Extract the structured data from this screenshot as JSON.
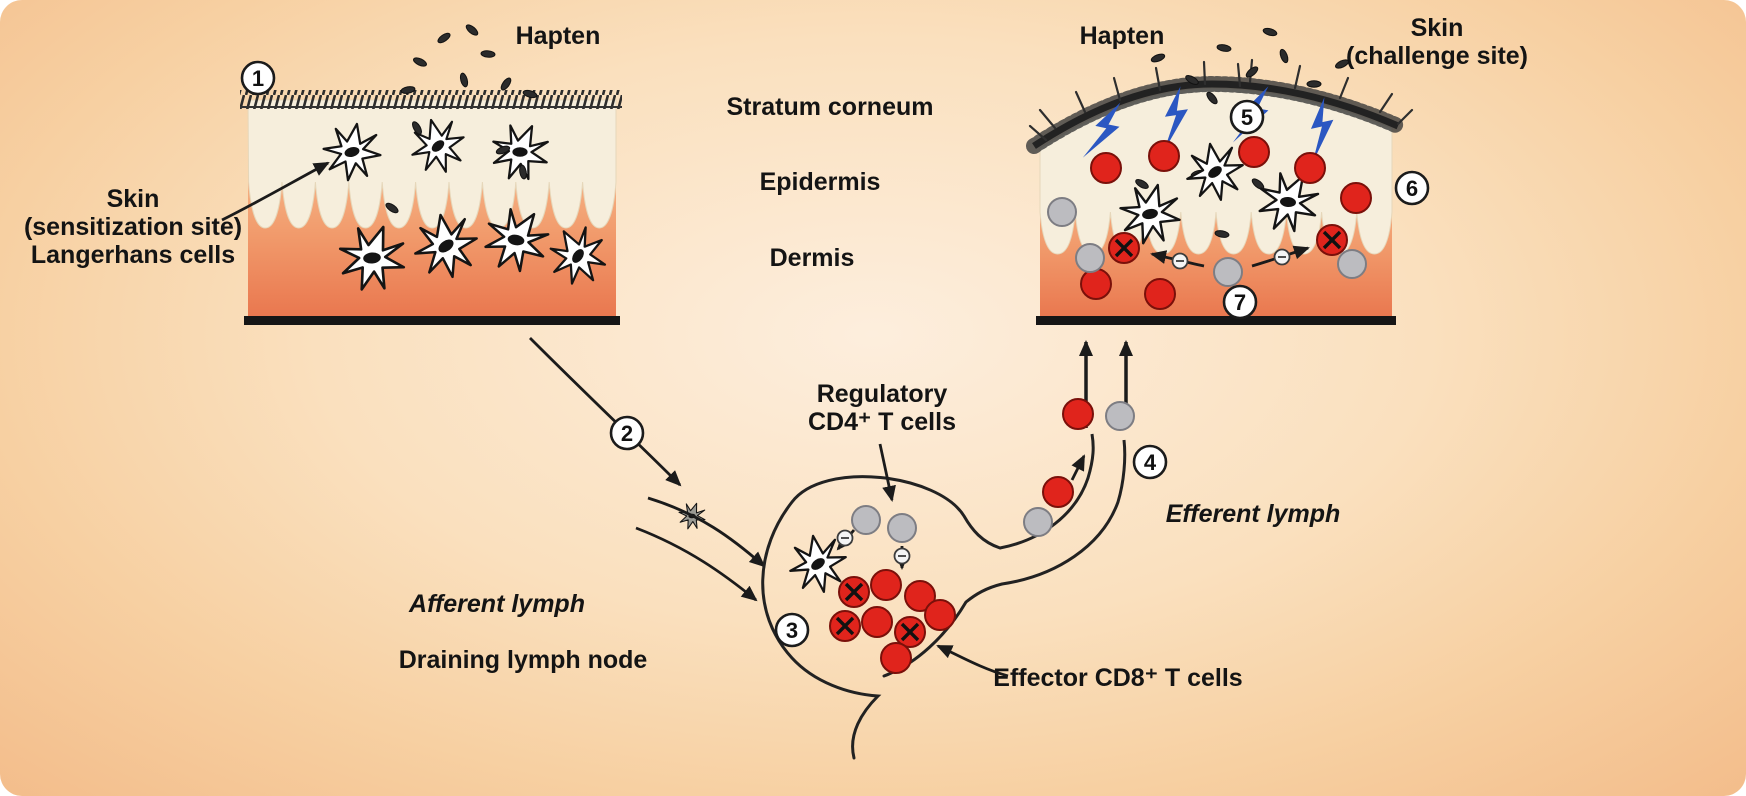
{
  "labels": {
    "hapten_left": "Hapten",
    "hapten_right": "Hapten",
    "skin_challenge_line1": "Skin",
    "skin_challenge_line2": "(challenge site)",
    "stratum_corneum": "Stratum corneum",
    "epidermis": "Epidermis",
    "dermis": "Dermis",
    "sensitization_line1": "Skin",
    "sensitization_line2": "(sensitization site)",
    "sensitization_line3": "Langerhans cells",
    "regulatory_line1": "Regulatory",
    "regulatory_line2": "CD4⁺ T cells",
    "efferent_lymph": "Efferent lymph",
    "afferent_lymph": "Afferent lymph",
    "draining_lymph_node": "Draining lymph node",
    "effector_cd8": "Effector CD8⁺ T cells"
  },
  "steps": {
    "s1": "1",
    "s2": "2",
    "s3": "3",
    "s4": "4",
    "s5": "5",
    "s6": "6",
    "s7": "7"
  },
  "colors": {
    "background_outer": "#f3bd8b",
    "background_inner": "#fdeedd",
    "epidermis": "#f6eedc",
    "dermis_top": "#f7bb8e",
    "dermis_bottom": "#e9764e",
    "effector_cell_red": "#e0241c",
    "regulatory_cell_gray": "#bcbcc0",
    "bolt_blue": "#2b57c2",
    "outline": "#1b1b1b"
  }
}
